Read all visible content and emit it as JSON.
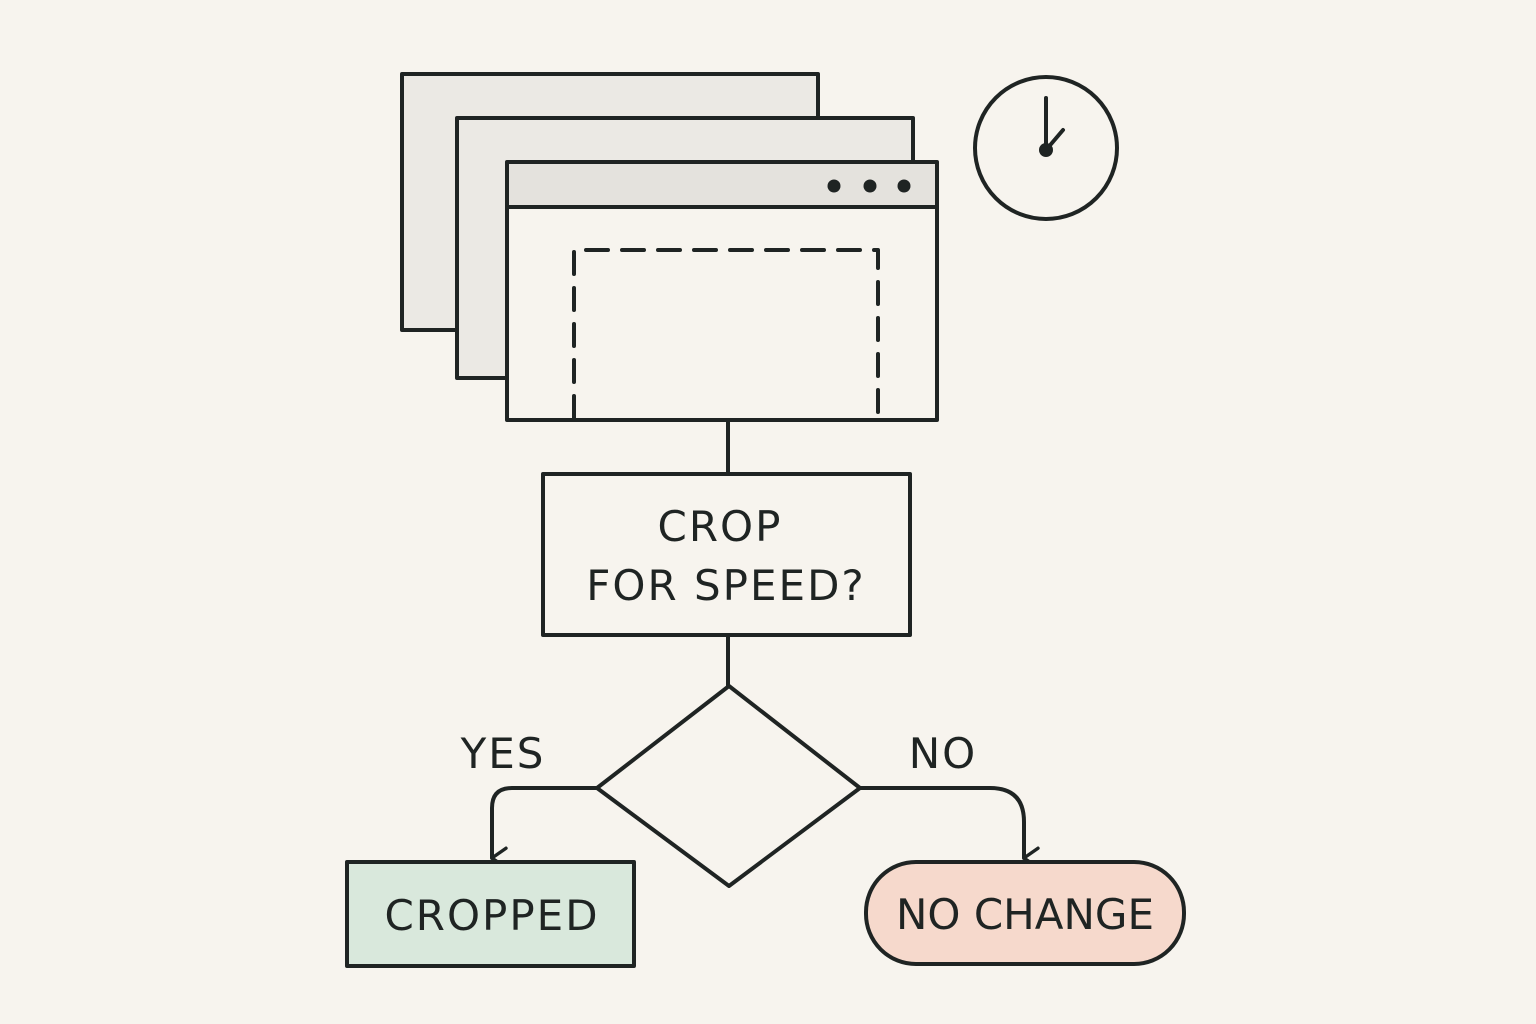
{
  "colors": {
    "background": "#f7f4ee",
    "ink": "#1f2423",
    "window_fill": "#ebe9e4",
    "titlebar_fill": "#e4e2dd",
    "cropped_fill": "#d9e8dc",
    "no_change_fill": "#f6d9cc"
  },
  "icons": [
    "stacked-windows-icon",
    "clock-icon",
    "window-dots-icon",
    "crop-region-dashed"
  ],
  "decision": {
    "line1": "CROP",
    "line2": "FOR SPEED?"
  },
  "branches": {
    "yes": "YES",
    "no": "NO"
  },
  "outcomes": {
    "cropped": "CROPPED",
    "no_change": "NO CHANGE"
  }
}
